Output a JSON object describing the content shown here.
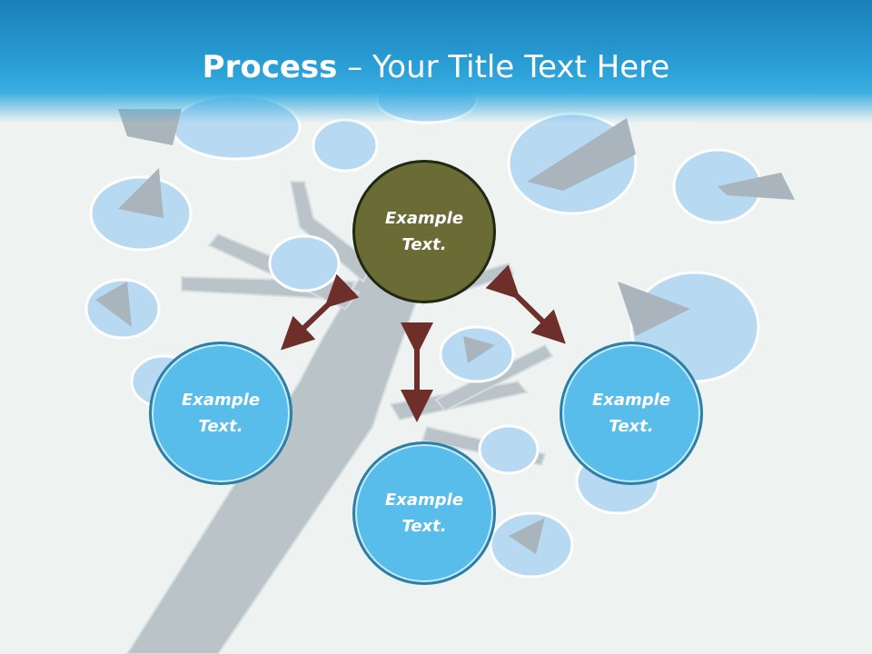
{
  "title": {
    "bold": "Process",
    "separator": " – ",
    "rest": "Your Title Text Here"
  },
  "nodes": {
    "top": {
      "line1": "Example",
      "line2": "Text."
    },
    "left": {
      "line1": "Example",
      "line2": "Text."
    },
    "right": {
      "line1": "Example",
      "line2": "Text."
    },
    "bottom": {
      "line1": "Example",
      "line2": "Text."
    }
  },
  "colors": {
    "header": "#2a9fd6",
    "top_node": "#6b6b35",
    "node_fill": "#58bdea",
    "arrow": "#6e2e2a"
  }
}
